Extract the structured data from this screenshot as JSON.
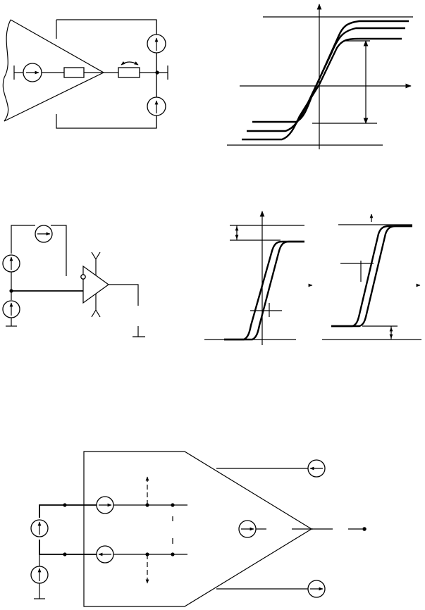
{
  "figure": {
    "panels": [
      "amplifier-output-stage-circuit",
      "output-swing-transfer-curve",
      "comparator-input-circuit",
      "comparator-transfer-curve-left",
      "comparator-transfer-curve-right",
      "differential-amplifier-bias-circuit"
    ]
  }
}
